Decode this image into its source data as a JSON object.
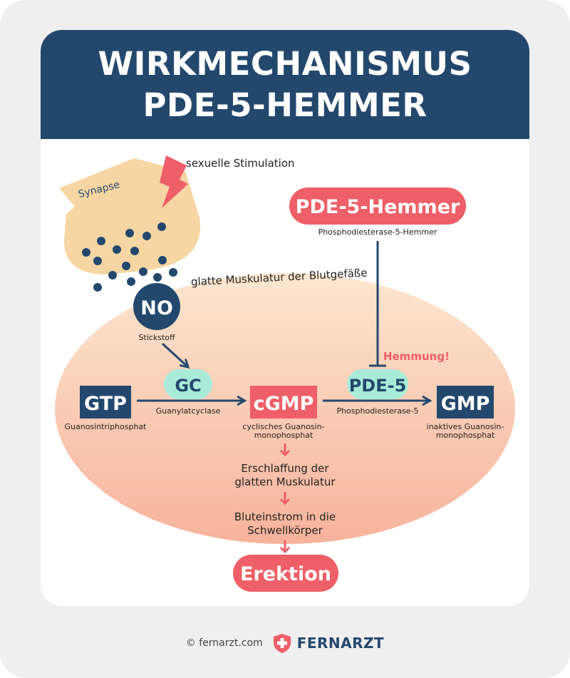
{
  "header": {
    "line1": "WIRKMECHANISMUS",
    "line2": "PDE-5-HEMMER"
  },
  "stimulus": {
    "label": "sexuelle Stimulation"
  },
  "synapse": {
    "label": "Synapse"
  },
  "cell": {
    "label": "glatte Muskulatur der Blutgefäße"
  },
  "inhibitor": {
    "title": "PDE-5-Hemmer",
    "subtitle": "Phosphodiesterase-5-Hemmer",
    "effect": "Hemmung!"
  },
  "no": {
    "label": "NO",
    "caption": "Stickstoff"
  },
  "gc": {
    "label": "GC",
    "caption": "Guanylatcyclase"
  },
  "gtp": {
    "label": "GTP",
    "caption": "Guanosintriphosphat"
  },
  "cgmp": {
    "label": "cGMP",
    "caption_line1": "cyclisches Guanosin-",
    "caption_line2": "monophosphat"
  },
  "pde5": {
    "label": "PDE-5",
    "caption": "Phosphodiesterase-5"
  },
  "gmp": {
    "label": "GMP",
    "caption_line1": "inaktives Guanosin-",
    "caption_line2": "monophosphat"
  },
  "steps": {
    "relaxation_line1": "Erschlaffung der",
    "relaxation_line2": "glatten Muskulatur",
    "bloodflow_line1": "Bluteinstrom in die",
    "bloodflow_line2": "Schwellkörper"
  },
  "result": {
    "label": "Erektion"
  },
  "footer": {
    "copyright": "© fernarzt.com",
    "brand": "FERNARZT"
  },
  "colors": {
    "navy": "#23486e",
    "red": "#ee5f67",
    "mint": "#a8ecd8",
    "synapse": "#f7d6a3",
    "cell_top": "#fde6cf",
    "cell_bottom": "#f7b39b"
  }
}
